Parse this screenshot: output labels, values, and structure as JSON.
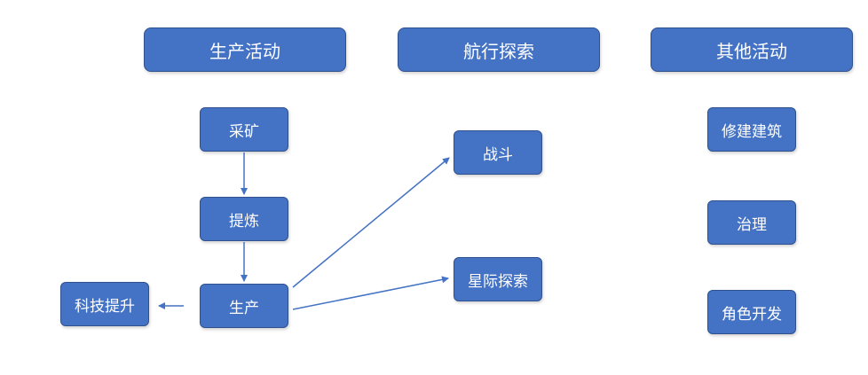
{
  "headers": {
    "production_activity": "生产活动",
    "navigation_exploration": "航行探索",
    "other_activities": "其他活动"
  },
  "nodes": {
    "mining": "采矿",
    "refining": "提炼",
    "production": "生产",
    "tech_upgrade": "科技提升",
    "combat": "战斗",
    "interstellar_exploration": "星际探索",
    "construction": "修建建筑",
    "governance": "治理",
    "character_development": "角色开发"
  },
  "colors": {
    "box_fill": "#4472C4",
    "box_border": "#2F528F",
    "arrow": "#4472C4",
    "text": "#FFFFFF"
  }
}
